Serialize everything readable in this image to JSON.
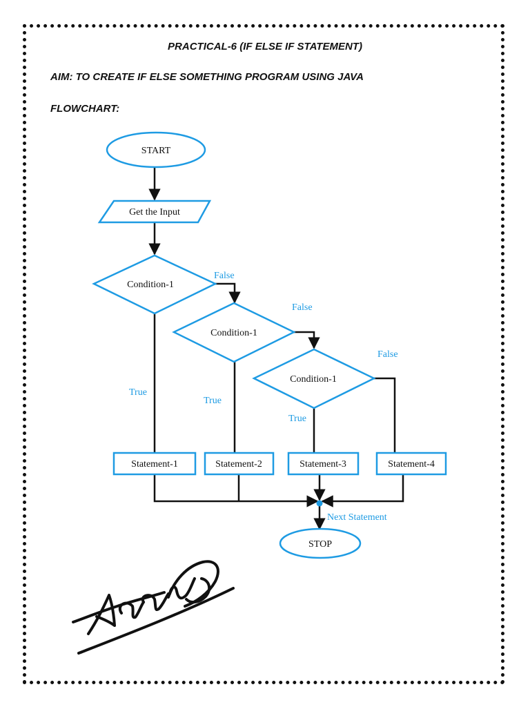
{
  "header": {
    "title": "PRACTICAL-6 (IF ELSE IF STATEMENT)",
    "aim": "AIM: TO CREATE IF ELSE SOMETHING PROGRAM USING JAVA",
    "flowchart_label": "FLOWCHART:"
  },
  "colors": {
    "shape_stroke": "#1E9BE3",
    "edge_label": "#1E9BE3",
    "connector": "#111111",
    "text": "#111111"
  },
  "flowchart": {
    "nodes": {
      "start": {
        "label": "START",
        "shape": "ellipse"
      },
      "input": {
        "label": "Get the Input",
        "shape": "parallelogram"
      },
      "condition1": {
        "label": "Condition-1",
        "shape": "diamond"
      },
      "condition2": {
        "label": "Condition-1",
        "shape": "diamond"
      },
      "condition3": {
        "label": "Condition-1",
        "shape": "diamond"
      },
      "statement1": {
        "label": "Statement-1",
        "shape": "rectangle"
      },
      "statement2": {
        "label": "Statement-2",
        "shape": "rectangle"
      },
      "statement3": {
        "label": "Statement-3",
        "shape": "rectangle"
      },
      "statement4": {
        "label": "Statement-4",
        "shape": "rectangle"
      },
      "stop": {
        "label": "STOP",
        "shape": "ellipse"
      }
    },
    "edge_labels": {
      "c1_false": "False",
      "c2_false": "False",
      "c3_false": "False",
      "c1_true": "True",
      "c2_true": "True",
      "c3_true": "True",
      "next_statement": "Next Statement"
    }
  },
  "signature": {
    "type": "handwritten-signature"
  }
}
